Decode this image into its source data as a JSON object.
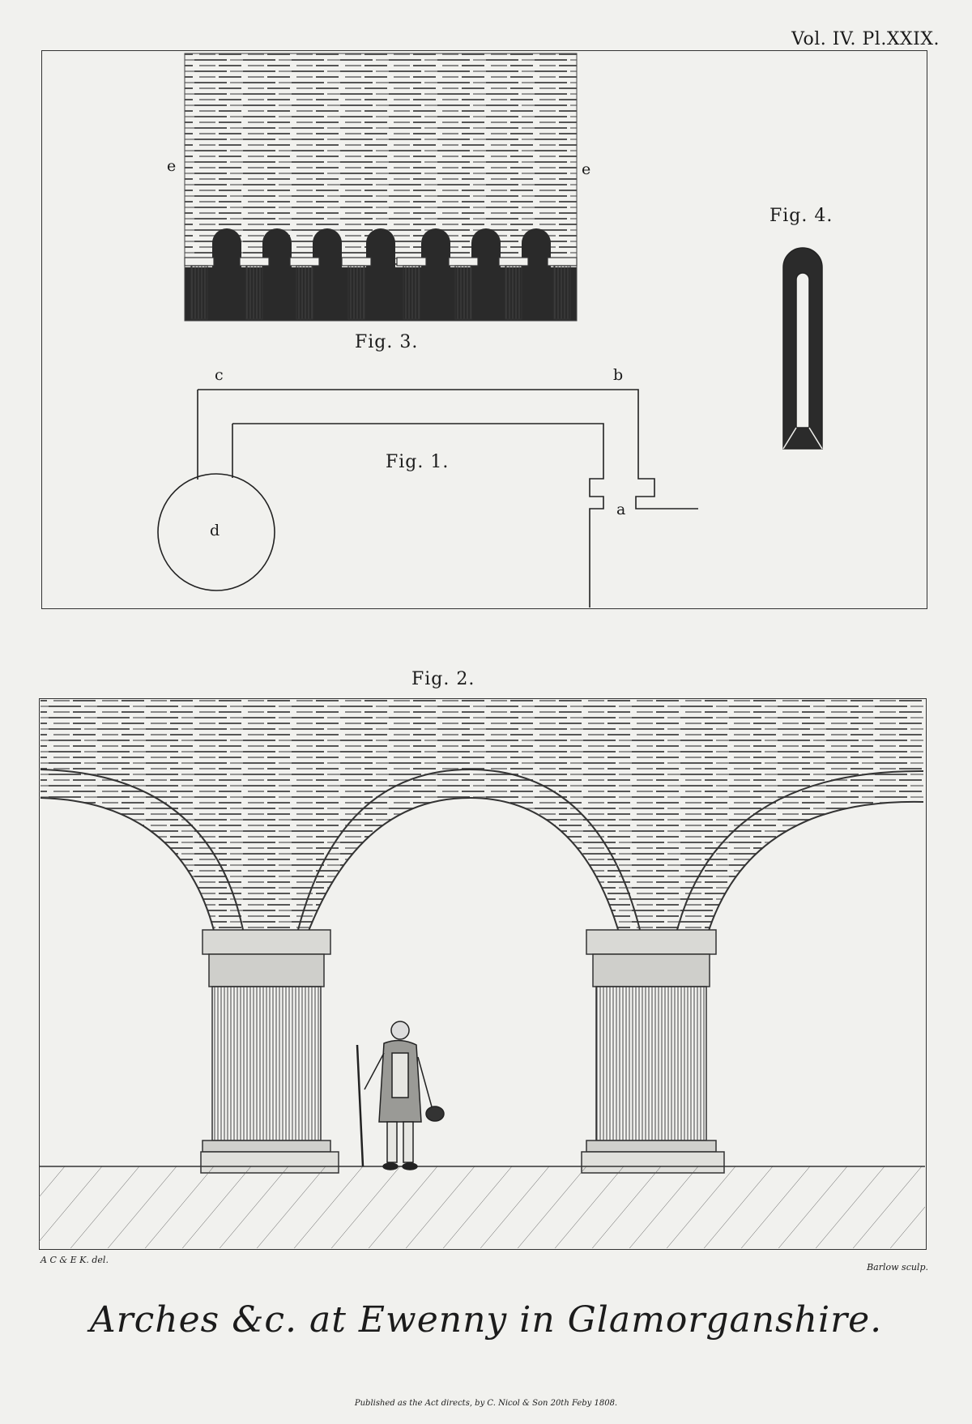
{
  "plate": {
    "reference": "Vol. IV. Pl.XXIX."
  },
  "figures": {
    "fig1": {
      "label": "Fig. 1.",
      "letters": {
        "a": "a",
        "b": "b",
        "c": "c",
        "d": "d"
      }
    },
    "fig2": {
      "label": "Fig. 2."
    },
    "fig3": {
      "label": "Fig. 3.",
      "letters": {
        "left": "e",
        "right": "e"
      }
    },
    "fig4": {
      "label": "Fig. 4."
    }
  },
  "credits": {
    "draughtsman": "A C & E K. del.",
    "engraver": "Barlow sculp."
  },
  "title": "Arches &c. at Ewenny in Glamorganshire.",
  "publisher_line": "Published as the Act directs, by C. Nicol & Son 20th Feby 1808."
}
